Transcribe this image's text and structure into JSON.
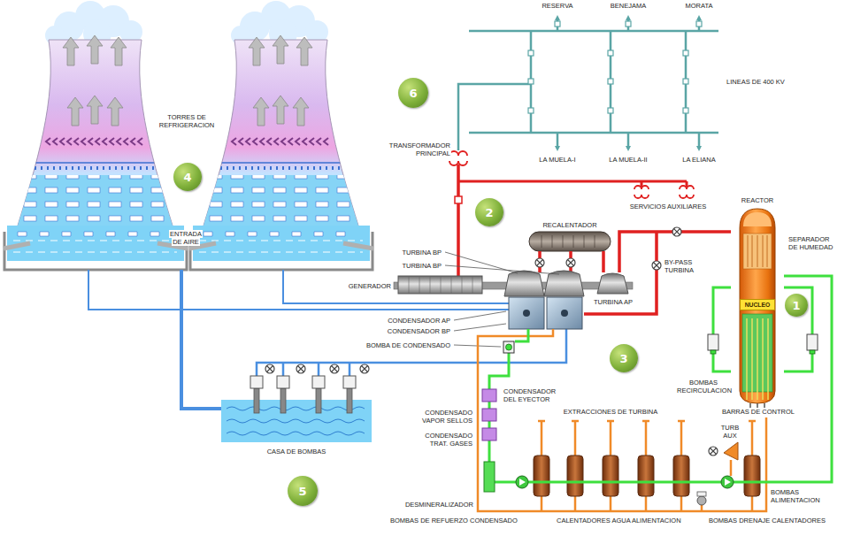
{
  "diagram": {
    "nodes": [
      {
        "text": [
          "6"
        ]
      },
      {
        "text": [
          "4"
        ]
      },
      {
        "text": [
          "REACTOR"
        ]
      },
      {
        "text": [
          "NUCLEO"
        ],
        "in": 2
      },
      {
        "text": [
          "2"
        ]
      },
      {
        "text": [
          "1"
        ]
      },
      {
        "text": [
          "3"
        ]
      },
      {
        "text": [
          "5"
        ]
      }
    ],
    "labels": [
      "RESERVA",
      "BENEJAMA",
      "MORATA",
      "LINEAS DE 400 KV",
      "TORRES DE REFRIGERACION",
      "TRANSFORMADOR PRINCIPAL",
      "LA MUELA-I",
      "LA MUELA-II",
      "LA ELIANA",
      "SERVICIOS AUXILIARES",
      "RECALENTADOR",
      "SEPARADOR DE HUMEDAD",
      "ENTRADA DE AIRE",
      "TURBINA BP",
      "TURBINA BP",
      "BY-PASS TURBINA",
      "GENERADOR",
      "TURBINA AP",
      "CONDENSADOR AP",
      "CONDENSADOR BP",
      "BOMBA DE CONDENSADO",
      "BOMBAS RECIRCULACION",
      "CONDENSADOR DEL EYECTOR",
      "BARRAS DE CONTROL",
      "EXTRACCIONES DE TURBINA",
      "CONDENSADO VAPOR SELLOS",
      "TURB AUX",
      "CONDENSADO TRAT. GASES",
      "CASA DE BOMBAS",
      "BOMBAS ALIMENTACION",
      "DESMINERALIZADOR",
      "BOMBAS DE REFUERZO CONDENSADO",
      "CALENTADORES AGUA ALIMENTACION",
      "BOMBAS DRENAJE CALENTADORES"
    ]
  }
}
